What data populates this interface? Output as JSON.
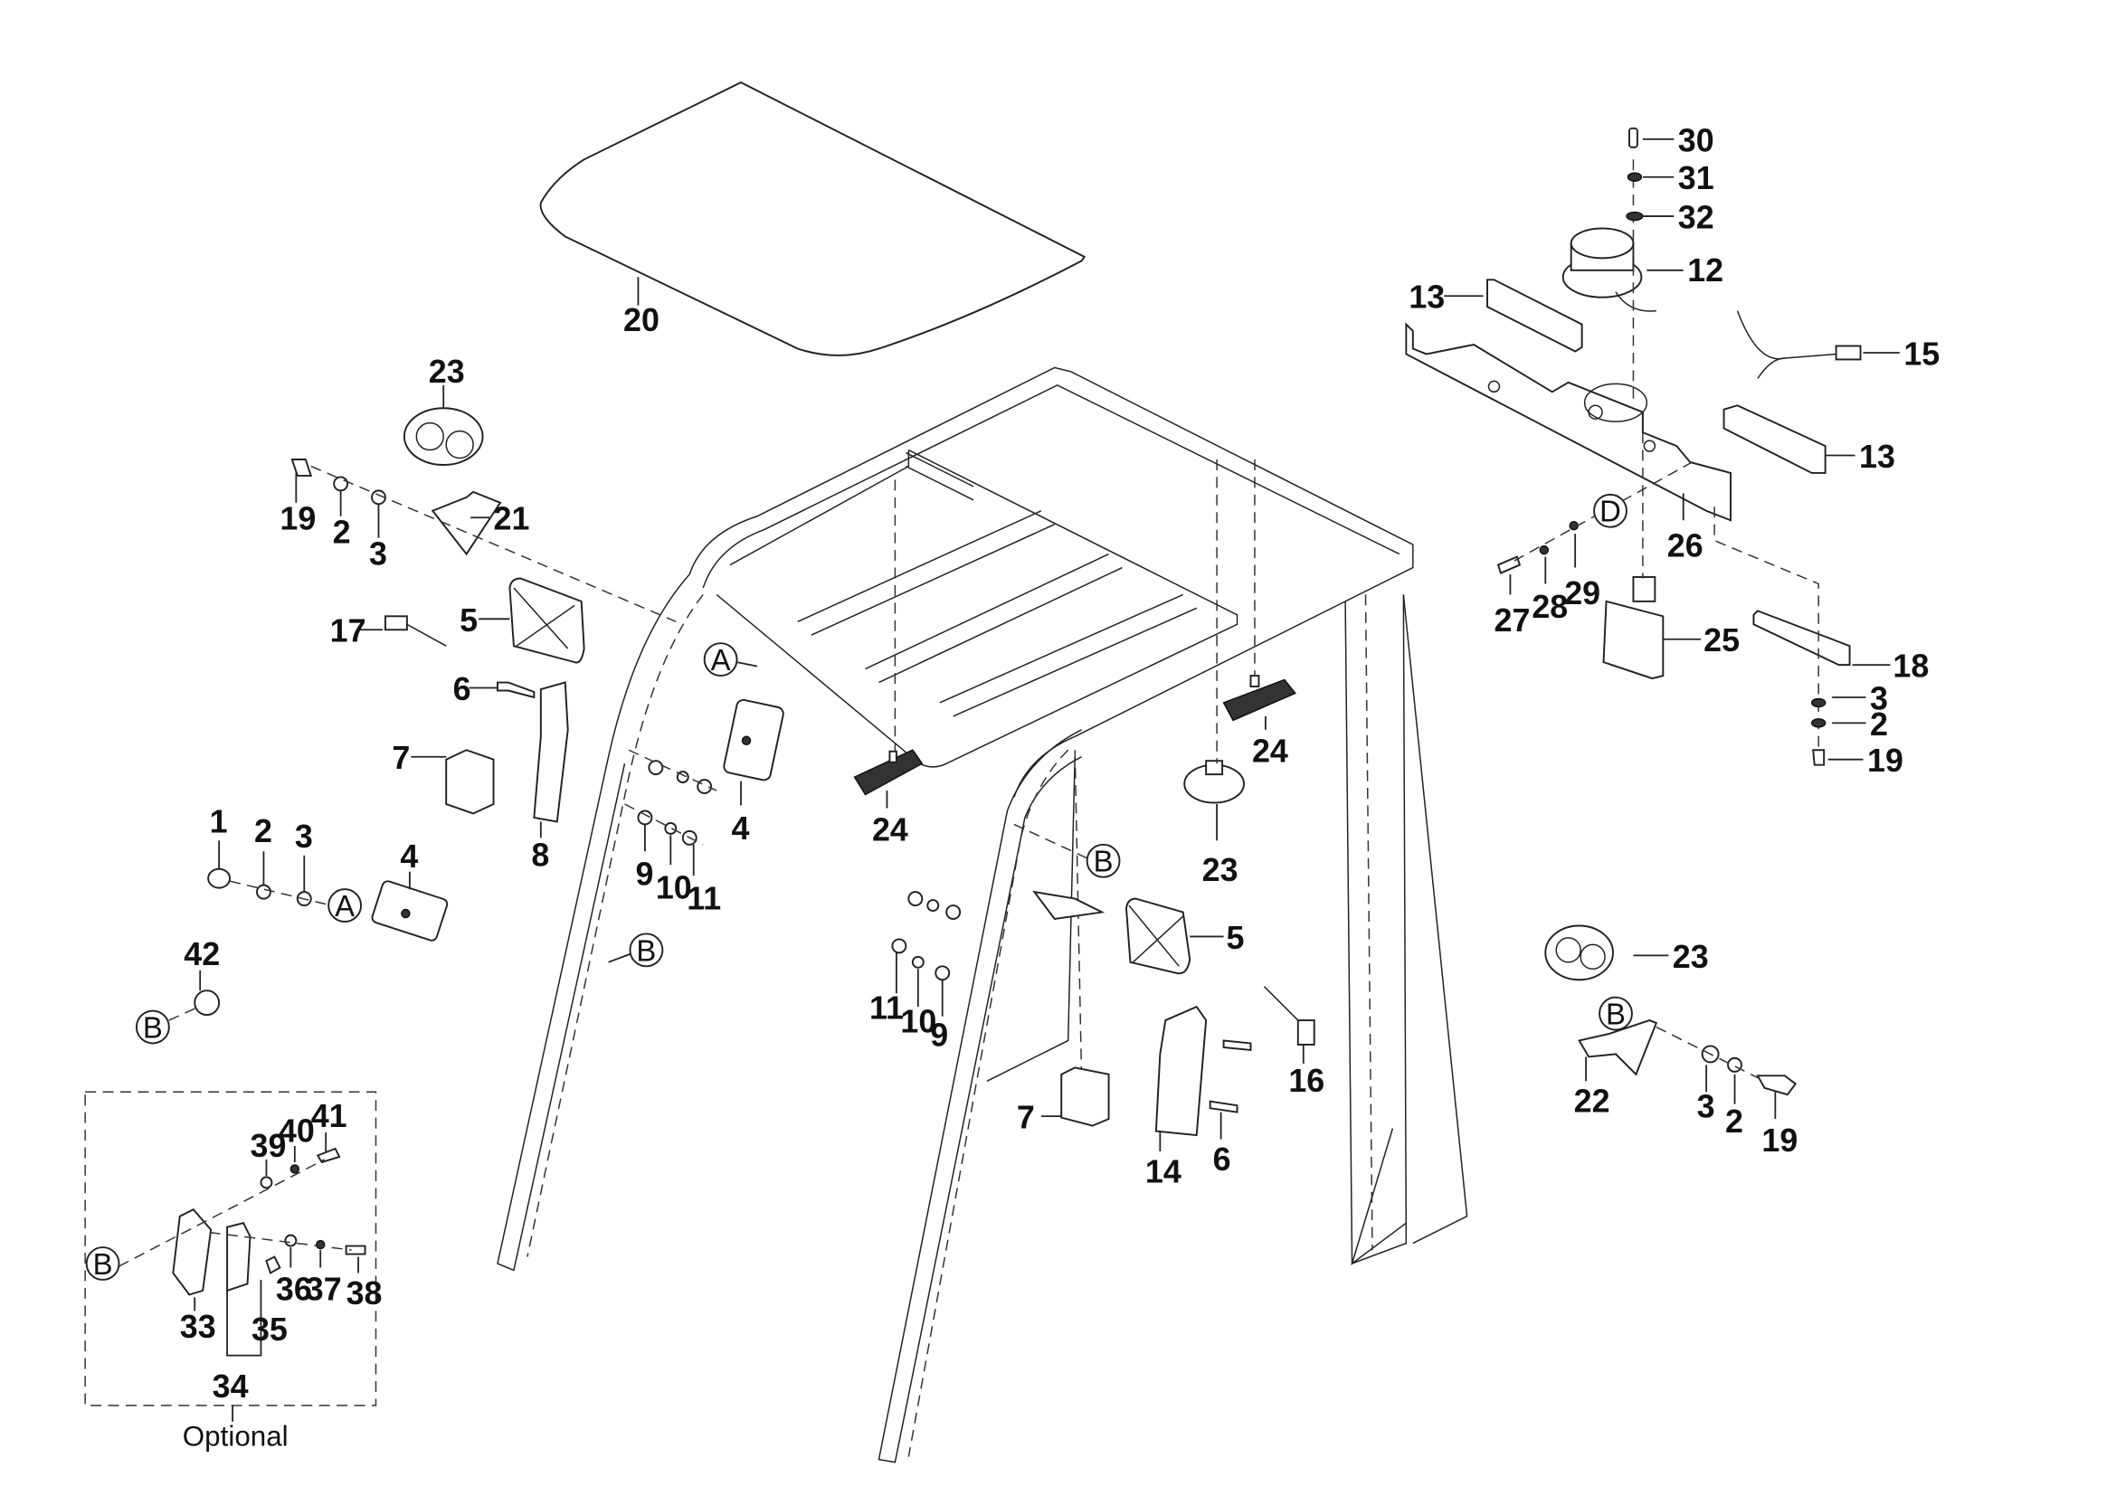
{
  "diagram": {
    "type": "exploded-parts-view",
    "subject": "Overhead guard lighting assembly",
    "optional_group_label": "Optional",
    "callouts": [
      {
        "id": "c30",
        "num": "30",
        "part": "screw"
      },
      {
        "id": "c31",
        "num": "31",
        "part": "washer"
      },
      {
        "id": "c32",
        "num": "32",
        "part": "washer"
      },
      {
        "id": "c12",
        "num": "12",
        "part": "beacon-lamp"
      },
      {
        "id": "c13a",
        "num": "13",
        "part": "rear-light-bar"
      },
      {
        "id": "c13b",
        "num": "13",
        "part": "rear-light-bar"
      },
      {
        "id": "c15",
        "num": "15",
        "part": "wire-harness"
      },
      {
        "id": "c20",
        "num": "20",
        "part": "roof-panel"
      },
      {
        "id": "c23a",
        "num": "23",
        "part": "work-light"
      },
      {
        "id": "c19a",
        "num": "19",
        "part": "bolt"
      },
      {
        "id": "c2a",
        "num": "2",
        "part": "lock-washer"
      },
      {
        "id": "c3a",
        "num": "3",
        "part": "flat-washer"
      },
      {
        "id": "c21",
        "num": "21",
        "part": "light-bracket"
      },
      {
        "id": "c17",
        "num": "17",
        "part": "connector"
      },
      {
        "id": "c5a",
        "num": "5",
        "part": "head-lamp"
      },
      {
        "id": "c6a",
        "num": "6",
        "part": "bolt"
      },
      {
        "id": "c7a",
        "num": "7",
        "part": "turn-signal"
      },
      {
        "id": "c8",
        "num": "8",
        "part": "lamp-bracket"
      },
      {
        "id": "c4a",
        "num": "4",
        "part": "mirror"
      },
      {
        "id": "c9a",
        "num": "9",
        "part": "washer"
      },
      {
        "id": "c10a",
        "num": "10",
        "part": "lock-washer"
      },
      {
        "id": "c11a",
        "num": "11",
        "part": "nut"
      },
      {
        "id": "c24a",
        "num": "24",
        "part": "led-light"
      },
      {
        "id": "c24b",
        "num": "24",
        "part": "led-light"
      },
      {
        "id": "c23b",
        "num": "23",
        "part": "work-light"
      },
      {
        "id": "c1",
        "num": "1",
        "part": "cap-nut"
      },
      {
        "id": "c2b",
        "num": "2",
        "part": "lock-washer"
      },
      {
        "id": "c3b",
        "num": "3",
        "part": "flat-washer"
      },
      {
        "id": "c4b",
        "num": "4",
        "part": "mirror"
      },
      {
        "id": "c42",
        "num": "42",
        "part": "plug"
      },
      {
        "id": "c27",
        "num": "27",
        "part": "bolt"
      },
      {
        "id": "c28",
        "num": "28",
        "part": "lock-washer"
      },
      {
        "id": "c29",
        "num": "29",
        "part": "washer"
      },
      {
        "id": "c26",
        "num": "26",
        "part": "light-bar-bracket"
      },
      {
        "id": "c25",
        "num": "25",
        "part": "rear-work-light"
      },
      {
        "id": "c18",
        "num": "18",
        "part": "mounting-plate"
      },
      {
        "id": "c3c",
        "num": "3",
        "part": "flat-washer"
      },
      {
        "id": "c2c",
        "num": "2",
        "part": "lock-washer"
      },
      {
        "id": "c19b",
        "num": "19",
        "part": "bolt"
      },
      {
        "id": "c5b",
        "num": "5",
        "part": "head-lamp"
      },
      {
        "id": "c11b",
        "num": "11",
        "part": "nut"
      },
      {
        "id": "c10b",
        "num": "10",
        "part": "lock-washer"
      },
      {
        "id": "c9b",
        "num": "9",
        "part": "washer"
      },
      {
        "id": "c16",
        "num": "16",
        "part": "connector"
      },
      {
        "id": "c7b",
        "num": "7",
        "part": "turn-signal"
      },
      {
        "id": "c14",
        "num": "14",
        "part": "lamp-bracket"
      },
      {
        "id": "c6b",
        "num": "6",
        "part": "bolt"
      },
      {
        "id": "c23c",
        "num": "23",
        "part": "work-light"
      },
      {
        "id": "c22",
        "num": "22",
        "part": "light-bracket"
      },
      {
        "id": "c3d",
        "num": "3",
        "part": "flat-washer"
      },
      {
        "id": "c2d",
        "num": "2",
        "part": "lock-washer"
      },
      {
        "id": "c19c",
        "num": "19",
        "part": "bolt"
      },
      {
        "id": "c41",
        "num": "41",
        "part": "bolt"
      },
      {
        "id": "c40",
        "num": "40",
        "part": "lock-washer"
      },
      {
        "id": "c39",
        "num": "39",
        "part": "washer"
      },
      {
        "id": "c33",
        "num": "33",
        "part": "bracket"
      },
      {
        "id": "c34",
        "num": "34",
        "part": "light-assembly"
      },
      {
        "id": "c35",
        "num": "35",
        "part": "lens"
      },
      {
        "id": "c36",
        "num": "36",
        "part": "washer"
      },
      {
        "id": "c37",
        "num": "37",
        "part": "lock-washer"
      },
      {
        "id": "c38",
        "num": "38",
        "part": "bolt"
      }
    ],
    "reference_markers": [
      {
        "id": "rA1",
        "letter": "A"
      },
      {
        "id": "rA2",
        "letter": "A"
      },
      {
        "id": "rB1",
        "letter": "B"
      },
      {
        "id": "rB2",
        "letter": "B"
      },
      {
        "id": "rB3",
        "letter": "B"
      },
      {
        "id": "rB4",
        "letter": "B"
      },
      {
        "id": "rB5",
        "letter": "B"
      },
      {
        "id": "rD",
        "letter": "D"
      }
    ]
  }
}
